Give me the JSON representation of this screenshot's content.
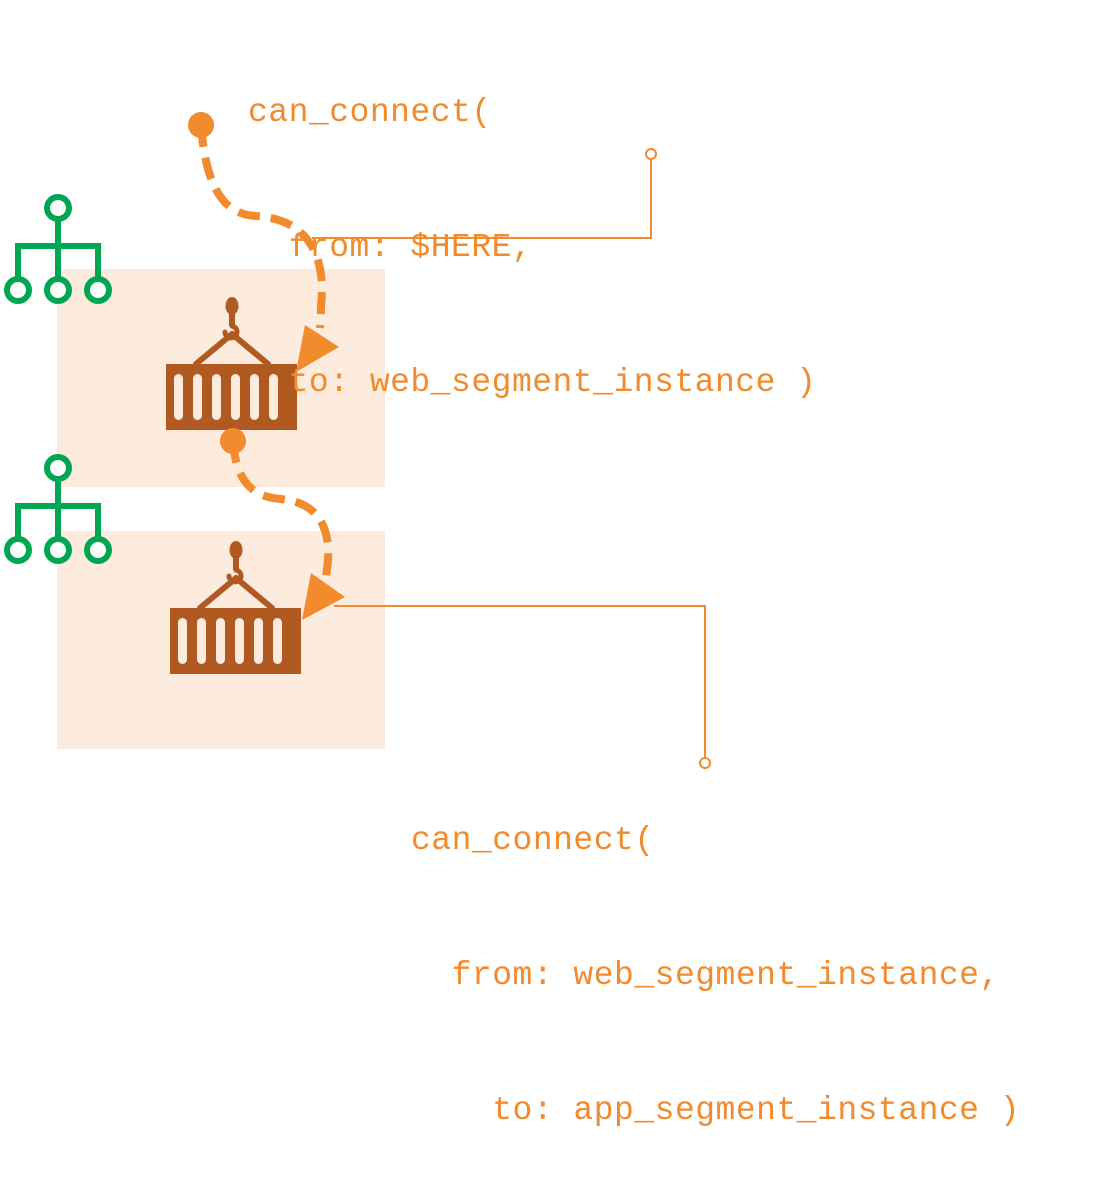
{
  "colors": {
    "accent": "#f28a2e",
    "container": "#b05a22",
    "segment_bg": "#fdebdd",
    "network": "#00a651"
  },
  "icons": [
    "network-topology-icon",
    "shipping-container-icon"
  ],
  "top_code": {
    "line1": "can_connect(",
    "line2": "  from: $HERE,",
    "line3": "  to: web_segment_instance )"
  },
  "bottom_code": {
    "line1": "can_connect(",
    "line2": "  from: web_segment_instance,",
    "line3": "    to: app_segment_instance )"
  }
}
